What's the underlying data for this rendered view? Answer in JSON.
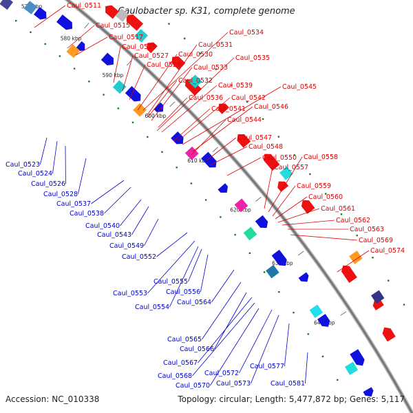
{
  "title": "Caulobacter sp. K31, complete genome",
  "accession_text": "Accession: NC_010338",
  "topology_text": "Topology: circular; Length: 5,477,872 bp; Genes: 5,117",
  "ticks": [
    {
      "label": "570 kbp"
    },
    {
      "label": "580 kbp"
    },
    {
      "label": "590 kbp"
    },
    {
      "label": "600 kbp"
    },
    {
      "label": "610 kbp"
    },
    {
      "label": "620 kbp"
    },
    {
      "label": "630 kbp"
    },
    {
      "label": "640 kbp"
    }
  ],
  "outer_labels": [
    "Caul_0511",
    "Caul_0515",
    "Caul_0517",
    "Caul_0525",
    "Caul_0527",
    "Caul_0529",
    "Caul_0530",
    "Caul_0531",
    "Caul_0533",
    "Caul_0534",
    "Caul_0535",
    "Caul_0532",
    "Caul_0539",
    "Caul_0536",
    "Caul_0542",
    "Caul_0545",
    "Caul_0541",
    "Caul_0546",
    "Caul_0544",
    "Caul_0547",
    "Caul_0548",
    "Caul_0550",
    "Caul_0557",
    "Caul_0558",
    "Caul_0559",
    "Caul_0560",
    "Caul_0561",
    "Caul_0562",
    "Caul_0563",
    "Caul_0569",
    "Caul_0574"
  ],
  "inner_labels": [
    "Caul_0523",
    "Caul_0524",
    "Caul_0526",
    "Caul_0528",
    "Caul_0537",
    "Caul_0538",
    "Caul_0540",
    "Caul_0543",
    "Caul_0549",
    "Caul_0552",
    "Caul_0553",
    "Caul_0555",
    "Caul_0554",
    "Caul_0556",
    "Caul_0564",
    "Caul_0565",
    "Caul_0566",
    "Caul_0567",
    "Caul_0568",
    "Caul_0570",
    "Caul_0572",
    "Caul_0573",
    "Caul_0577",
    "Caul_0581"
  ],
  "colors": {
    "outer_label": "#dd0000",
    "inner_label": "#0000cc",
    "backbone": "#777777",
    "rna_marker": "#1a7a1a",
    "fwd_gene": "#ee1111",
    "rev_gene": "#1111dd"
  }
}
